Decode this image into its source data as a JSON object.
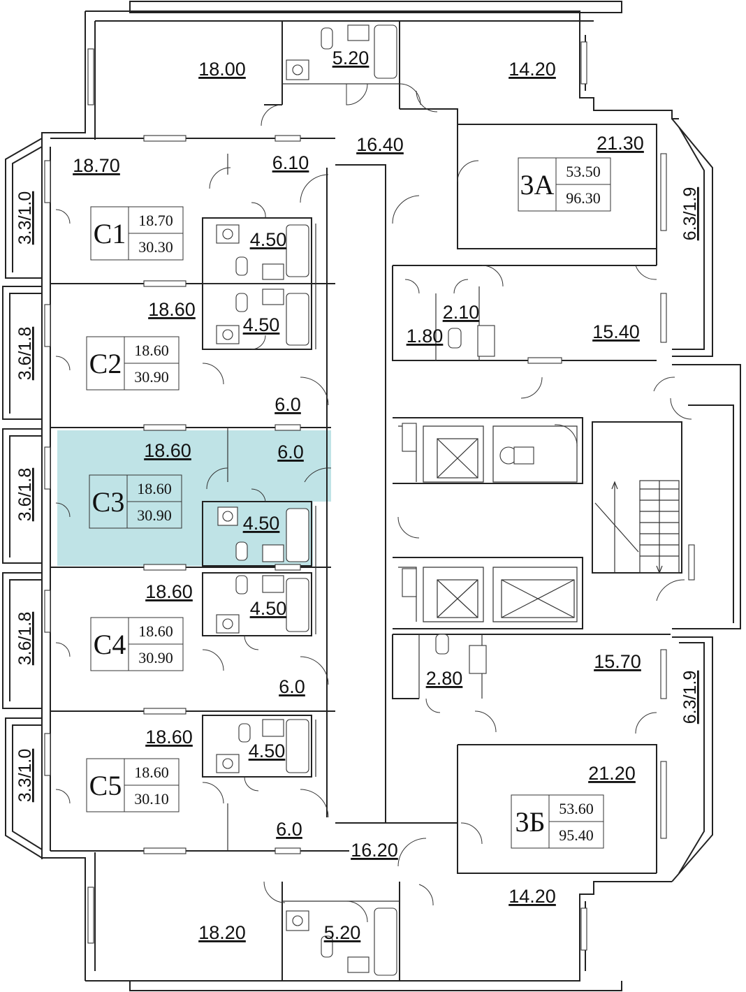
{
  "rooms": [
    {
      "id": "r1",
      "label": "18.00"
    },
    {
      "id": "r2",
      "label": "5.20"
    },
    {
      "id": "r3",
      "label": "14.20"
    },
    {
      "id": "r4",
      "label": "16.40"
    },
    {
      "id": "r5",
      "label": "21.30"
    },
    {
      "id": "r6",
      "label": "18.70"
    },
    {
      "id": "r7",
      "label": "6.10"
    },
    {
      "id": "r8",
      "label": "4.50"
    },
    {
      "id": "r9",
      "label": "18.60"
    },
    {
      "id": "r10",
      "label": "4.50"
    },
    {
      "id": "r11",
      "label": "2.10"
    },
    {
      "id": "r12",
      "label": "1.80"
    },
    {
      "id": "r13",
      "label": "15.40"
    },
    {
      "id": "r14",
      "label": "6.0"
    },
    {
      "id": "r15",
      "label": "18.60"
    },
    {
      "id": "r16",
      "label": "6.0"
    },
    {
      "id": "r17",
      "label": "4.50"
    },
    {
      "id": "r18",
      "label": "18.60"
    },
    {
      "id": "r19",
      "label": "4.50"
    },
    {
      "id": "r20",
      "label": "15.70"
    },
    {
      "id": "r21",
      "label": "6.0"
    },
    {
      "id": "r22",
      "label": "2.80"
    },
    {
      "id": "r23",
      "label": "18.60"
    },
    {
      "id": "r24",
      "label": "4.50"
    },
    {
      "id": "r25",
      "label": "21.20"
    },
    {
      "id": "r26",
      "label": "6.0"
    },
    {
      "id": "r27",
      "label": "16.20"
    },
    {
      "id": "r28",
      "label": "14.20"
    },
    {
      "id": "r29",
      "label": "18.20"
    },
    {
      "id": "r30",
      "label": "5.20"
    }
  ],
  "balconies": [
    {
      "id": "b1",
      "label": "3.3/1.0"
    },
    {
      "id": "b2",
      "label": "3.6/1.8"
    },
    {
      "id": "b3",
      "label": "3.6/1.8"
    },
    {
      "id": "b4",
      "label": "3.6/1.8"
    },
    {
      "id": "b5",
      "label": "3.3/1.0"
    },
    {
      "id": "b6",
      "label": "6.3/1.9"
    },
    {
      "id": "b7",
      "label": "6.3/1.9"
    }
  ],
  "apartments": [
    {
      "id": "C1",
      "code": "С1",
      "living": "18.70",
      "total": "30.30",
      "highlighted": false
    },
    {
      "id": "C2",
      "code": "С2",
      "living": "18.60",
      "total": "30.90",
      "highlighted": false
    },
    {
      "id": "C3",
      "code": "С3",
      "living": "18.60",
      "total": "30.90",
      "highlighted": true
    },
    {
      "id": "C4",
      "code": "С4",
      "living": "18.60",
      "total": "30.90",
      "highlighted": false
    },
    {
      "id": "C5",
      "code": "С5",
      "living": "18.60",
      "total": "30.10",
      "highlighted": false
    },
    {
      "id": "3A",
      "code": "3А",
      "living": "53.50",
      "total": "96.30",
      "highlighted": false
    },
    {
      "id": "3B",
      "code": "3Б",
      "living": "53.60",
      "total": "95.40",
      "highlighted": false
    }
  ],
  "colors": {
    "highlight": "#bfe3e6",
    "wall": "#222222",
    "background": "#ffffff"
  }
}
